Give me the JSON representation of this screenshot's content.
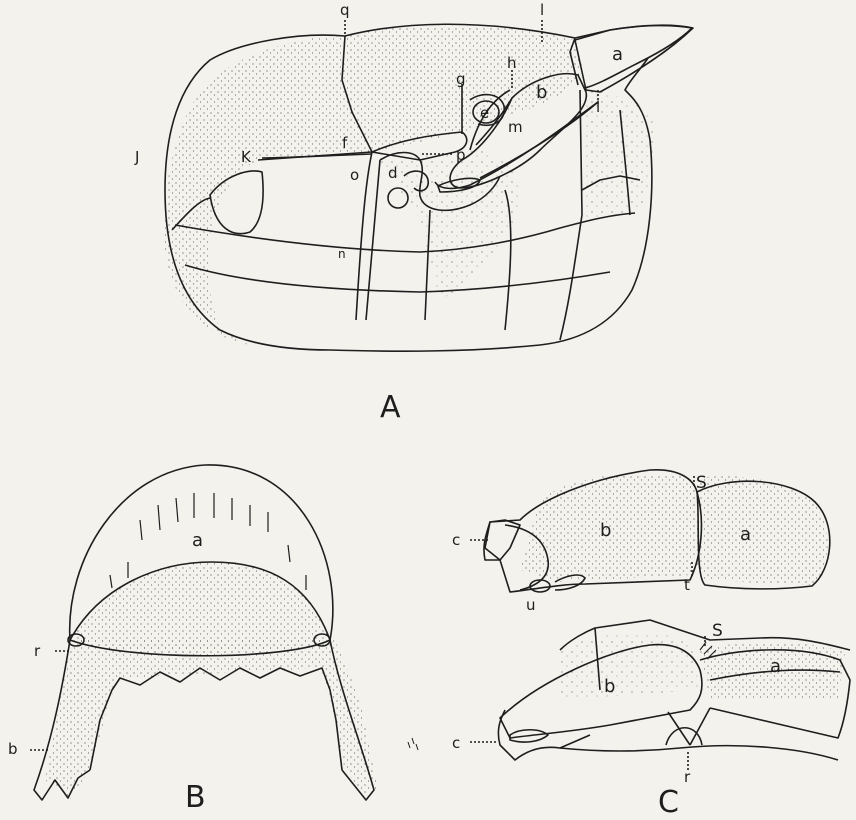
{
  "panels": {
    "A": {
      "title": "A",
      "labels": {
        "q": "q",
        "l": "l",
        "a": "a",
        "g": "g",
        "h": "h",
        "b": "b",
        "e": "e",
        "m": "m",
        "i": "i",
        "j": "J",
        "k": "K",
        "f": "f",
        "p": "p",
        "o": "o",
        "d": "d",
        "n": "n"
      }
    },
    "B": {
      "title": "B",
      "labels": {
        "a": "a",
        "r": "r",
        "b": "b"
      }
    },
    "C": {
      "title": "C",
      "upper": {
        "labels": {
          "s": "S",
          "b": "b",
          "a": "a",
          "c": "c",
          "t": "t",
          "u": "u"
        }
      },
      "lower": {
        "labels": {
          "s": "S",
          "b": "b",
          "a": "a",
          "c": "c",
          "r": "r"
        }
      }
    }
  },
  "style": {
    "ink": "#1e1e1e",
    "paper": "#f3f2ec"
  }
}
